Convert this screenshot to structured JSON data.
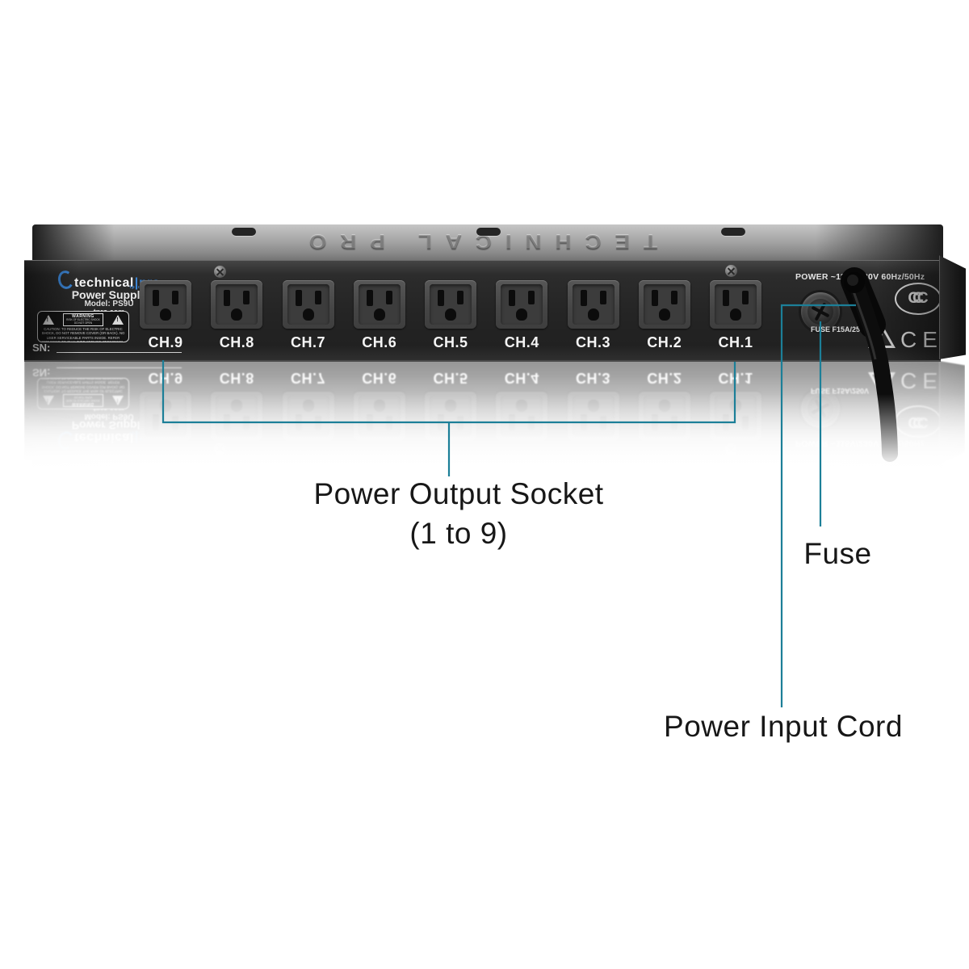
{
  "colors": {
    "callout_accent": "#1c7f98",
    "brand_blue": "#3c85d4",
    "chassis_dark": "#242424",
    "chassis_top_gray": "#a5a5a5"
  },
  "device": {
    "top_embossed": "TECHNICAL PRO",
    "logo": {
      "word1": "technical",
      "divider": "|",
      "word2": "pro",
      "sub": "tpro.com"
    },
    "panel": {
      "line1": "Power Supply",
      "line2": "Model: PS9U",
      "line3": "tpro.com",
      "serial_label": "SN:"
    },
    "warning": {
      "title": "WARNING",
      "box_sub": "RISK OF ELECTRIC SHOCK DO NOT OPEN",
      "caution": "CAUTION: TO REDUCE THE RISK OF ELECTRIC SHOCK, DO NOT REMOVE COVER (OR BACK). NO USER SERVICEABLE PARTS INSIDE. REFER SERVICING TO QUALIFIED SERVICE PERSONNEL.",
      "triangle_mark": "!"
    },
    "channels": [
      "CH.9",
      "CH.8",
      "CH.7",
      "CH.6",
      "CH.5",
      "CH.4",
      "CH.3",
      "CH.2",
      "CH.1"
    ],
    "power_rating": "POWER ~115V/230V 60Hz/50Hz",
    "fuse_rating": "FUSE F15A/250V",
    "ccc_text": "CCC",
    "ce_text": "CE"
  },
  "annotations": {
    "output_socket_line1": "Power Output Socket",
    "output_socket_line2": "(1 to 9)",
    "fuse": "Fuse",
    "input_cord": "Power Input Cord"
  }
}
